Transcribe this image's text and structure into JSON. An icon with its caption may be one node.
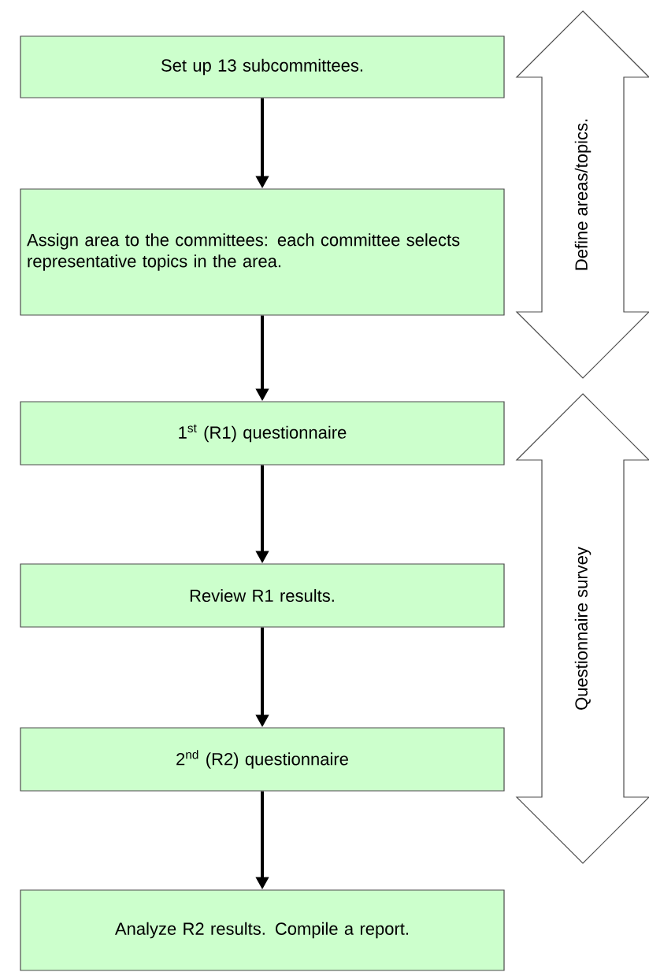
{
  "diagram": {
    "nodes": [
      {
        "text": [
          "Set up 13 subcommittees."
        ]
      },
      {
        "text": [
          "Assign area to the committees: each committee selects representative topics in the area."
        ]
      },
      {
        "text": [
          "1$^{st}$ (R1) questionnaire"
        ]
      },
      {
        "text": [
          "Review R1 results."
        ]
      },
      {
        "text": [
          "2$^{nd}$ (R2) questionnaire"
        ]
      },
      {
        "text": [
          "Analyze R2 results. Compile a report."
        ]
      },
      {
        "text": [
          "Define areas/topics."
        ]
      },
      {
        "text": [
          "Questionnaire survey"
        ]
      }
    ],
    "edges": [
      {
        "from": 0,
        "to": 1,
        "arrow": "to"
      },
      {
        "from": 1,
        "to": 2,
        "arrow": "to"
      },
      {
        "from": 2,
        "to": 3,
        "arrow": "to"
      },
      {
        "from": 3,
        "to": 4,
        "arrow": "to"
      },
      {
        "from": 4,
        "to": 5,
        "arrow": "to"
      }
    ]
  }
}
